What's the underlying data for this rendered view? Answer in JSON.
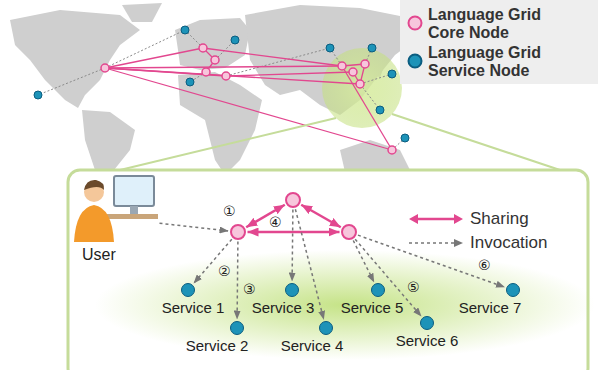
{
  "diagram": {
    "nodes": [
      {
        "text": [
          "User"
        ]
      },
      {
        "text": []
      },
      {
        "text": []
      },
      {
        "text": []
      },
      {
        "text": [
          "Service 1"
        ]
      },
      {
        "text": [
          "Service 2"
        ]
      },
      {
        "text": [
          "Service 3"
        ]
      },
      {
        "text": [
          "Service 4"
        ]
      },
      {
        "text": [
          "Service 5"
        ]
      },
      {
        "text": [
          "Service 6"
        ]
      },
      {
        "text": [
          "Service 7"
        ]
      }
    ],
    "edges": [
      {
        "from": 0,
        "to": 1,
        "arrow": "to",
        "label": "①"
      },
      {
        "from": 1,
        "to": 2,
        "arrow": "both"
      },
      {
        "from": 2,
        "to": 3,
        "arrow": "both"
      },
      {
        "from": 1,
        "to": 3,
        "arrow": "both",
        "label": "④"
      },
      {
        "from": 1,
        "to": 4,
        "arrow": "to",
        "label": "②"
      },
      {
        "from": 1,
        "to": 5,
        "arrow": "to",
        "label": "③"
      },
      {
        "from": 2,
        "to": 6,
        "arrow": "to"
      },
      {
        "from": 2,
        "to": 7,
        "arrow": "to"
      },
      {
        "from": 3,
        "to": 8,
        "arrow": "to"
      },
      {
        "from": 3,
        "to": 9,
        "arrow": "to",
        "label": "⑤"
      },
      {
        "from": 3,
        "to": 10,
        "arrow": "to",
        "label": "⑥"
      }
    ],
    "legend": [
      {
        "text": "Language Grid Core Node"
      },
      {
        "text": "Language Grid Service Node"
      },
      {
        "text": "Sharing"
      },
      {
        "text": "Invocation"
      }
    ]
  }
}
